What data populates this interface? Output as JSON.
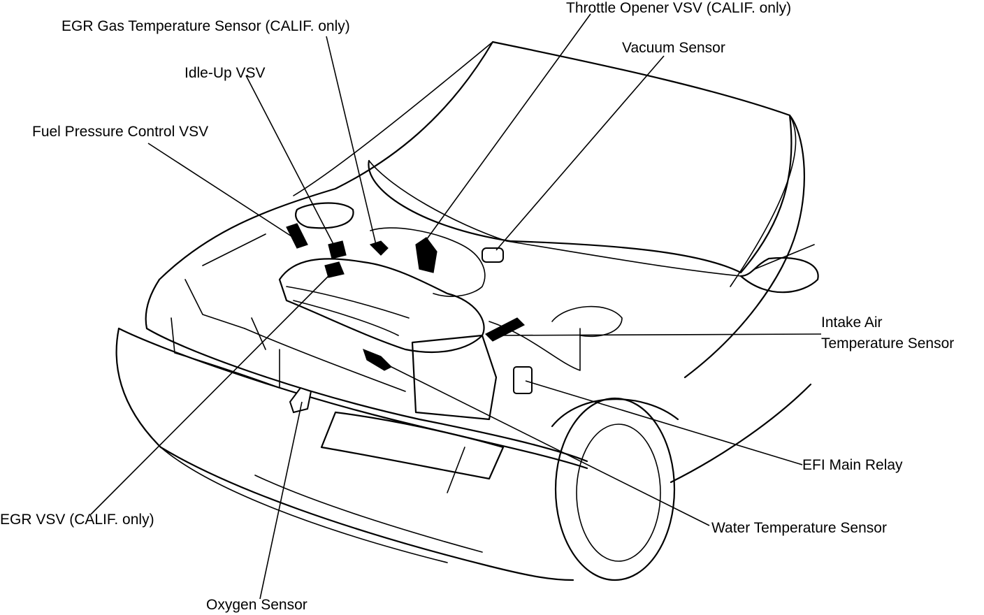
{
  "labels": {
    "throttle_opener_vsv": "Throttle Opener VSV (CALIF. only)",
    "egr_gas_temp_sensor": "EGR Gas Temperature Sensor (CALIF. only)",
    "vacuum_sensor": "Vacuum Sensor",
    "idle_up_vsv": "Idle-Up VSV",
    "fuel_pressure_control_vsv": "Fuel Pressure Control VSV",
    "intake_air_temp_line1": "Intake Air",
    "intake_air_temp_line2": "Temperature Sensor",
    "efi_main_relay": "EFI Main Relay",
    "egr_vsv": "EGR VSV (CALIF. only)",
    "water_temp_sensor": "Water Temperature Sensor",
    "oxygen_sensor": "Oxygen Sensor"
  }
}
